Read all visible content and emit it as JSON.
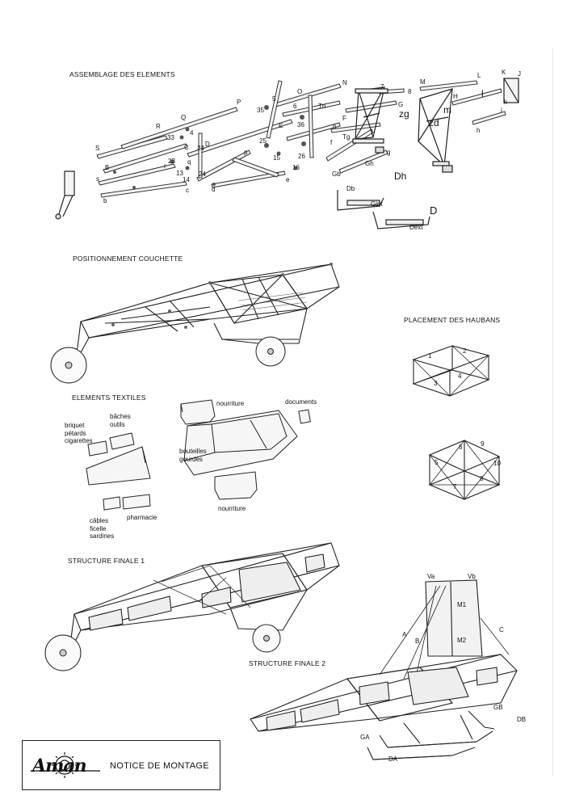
{
  "sections": {
    "assembly": "ASSEMBLAGE DES ELEMENTS",
    "couchette": "POSITIONNEMENT COUCHETTE",
    "haubans": "PLACEMENT DES HAUBANS",
    "textiles": "ELEMENTS TEXTILES",
    "finale1": "STRUCTURE FINALE 1",
    "finale2": "STRUCTURE FINALE 2"
  },
  "assembly_labels": [
    "S",
    "B",
    "R",
    "Q",
    "P",
    "O",
    "N",
    "M",
    "L",
    "K",
    "J",
    "s",
    "b",
    "r",
    "q",
    "p",
    "c",
    "d",
    "e",
    "f",
    "g",
    "h",
    "i",
    "k",
    "l",
    "m",
    "n",
    "E",
    "C",
    "D",
    "F",
    "G",
    "H",
    "Tn",
    "Tg",
    "Gh",
    "Gb",
    "Db",
    "Dh",
    "zg",
    "zd",
    "Gint",
    "Dext",
    "23",
    "24",
    "25",
    "26",
    "33",
    "34",
    "35",
    "36",
    "5",
    "6",
    "7",
    "8",
    "4",
    "13",
    "14",
    "15",
    "16"
  ],
  "textiles": {
    "nourriture_top": "nourriture",
    "documents": "documents",
    "baches": [
      "bâches",
      "outils"
    ],
    "briquet": [
      "briquet",
      "pétards",
      "cigarettes"
    ],
    "bouteilles": [
      "bouteilles",
      "gourdes"
    ],
    "nourriture_bottom": "nourriture",
    "cables": [
      "câbles",
      "ficelle",
      "sardines"
    ],
    "pharmacie": "pharmacie"
  },
  "haubans_top": [
    "1",
    "2",
    "3",
    "4"
  ],
  "haubans_bottom": [
    "5",
    "6",
    "7",
    "8",
    "9",
    "10"
  ],
  "finale2_labels": [
    "Va",
    "Vb",
    "M1",
    "M2",
    "A",
    "B",
    "C",
    "GB",
    "DB",
    "GA",
    "DA"
  ],
  "footer": {
    "logo": "Aman",
    "title": "NOTICE DE MONTAGE"
  }
}
